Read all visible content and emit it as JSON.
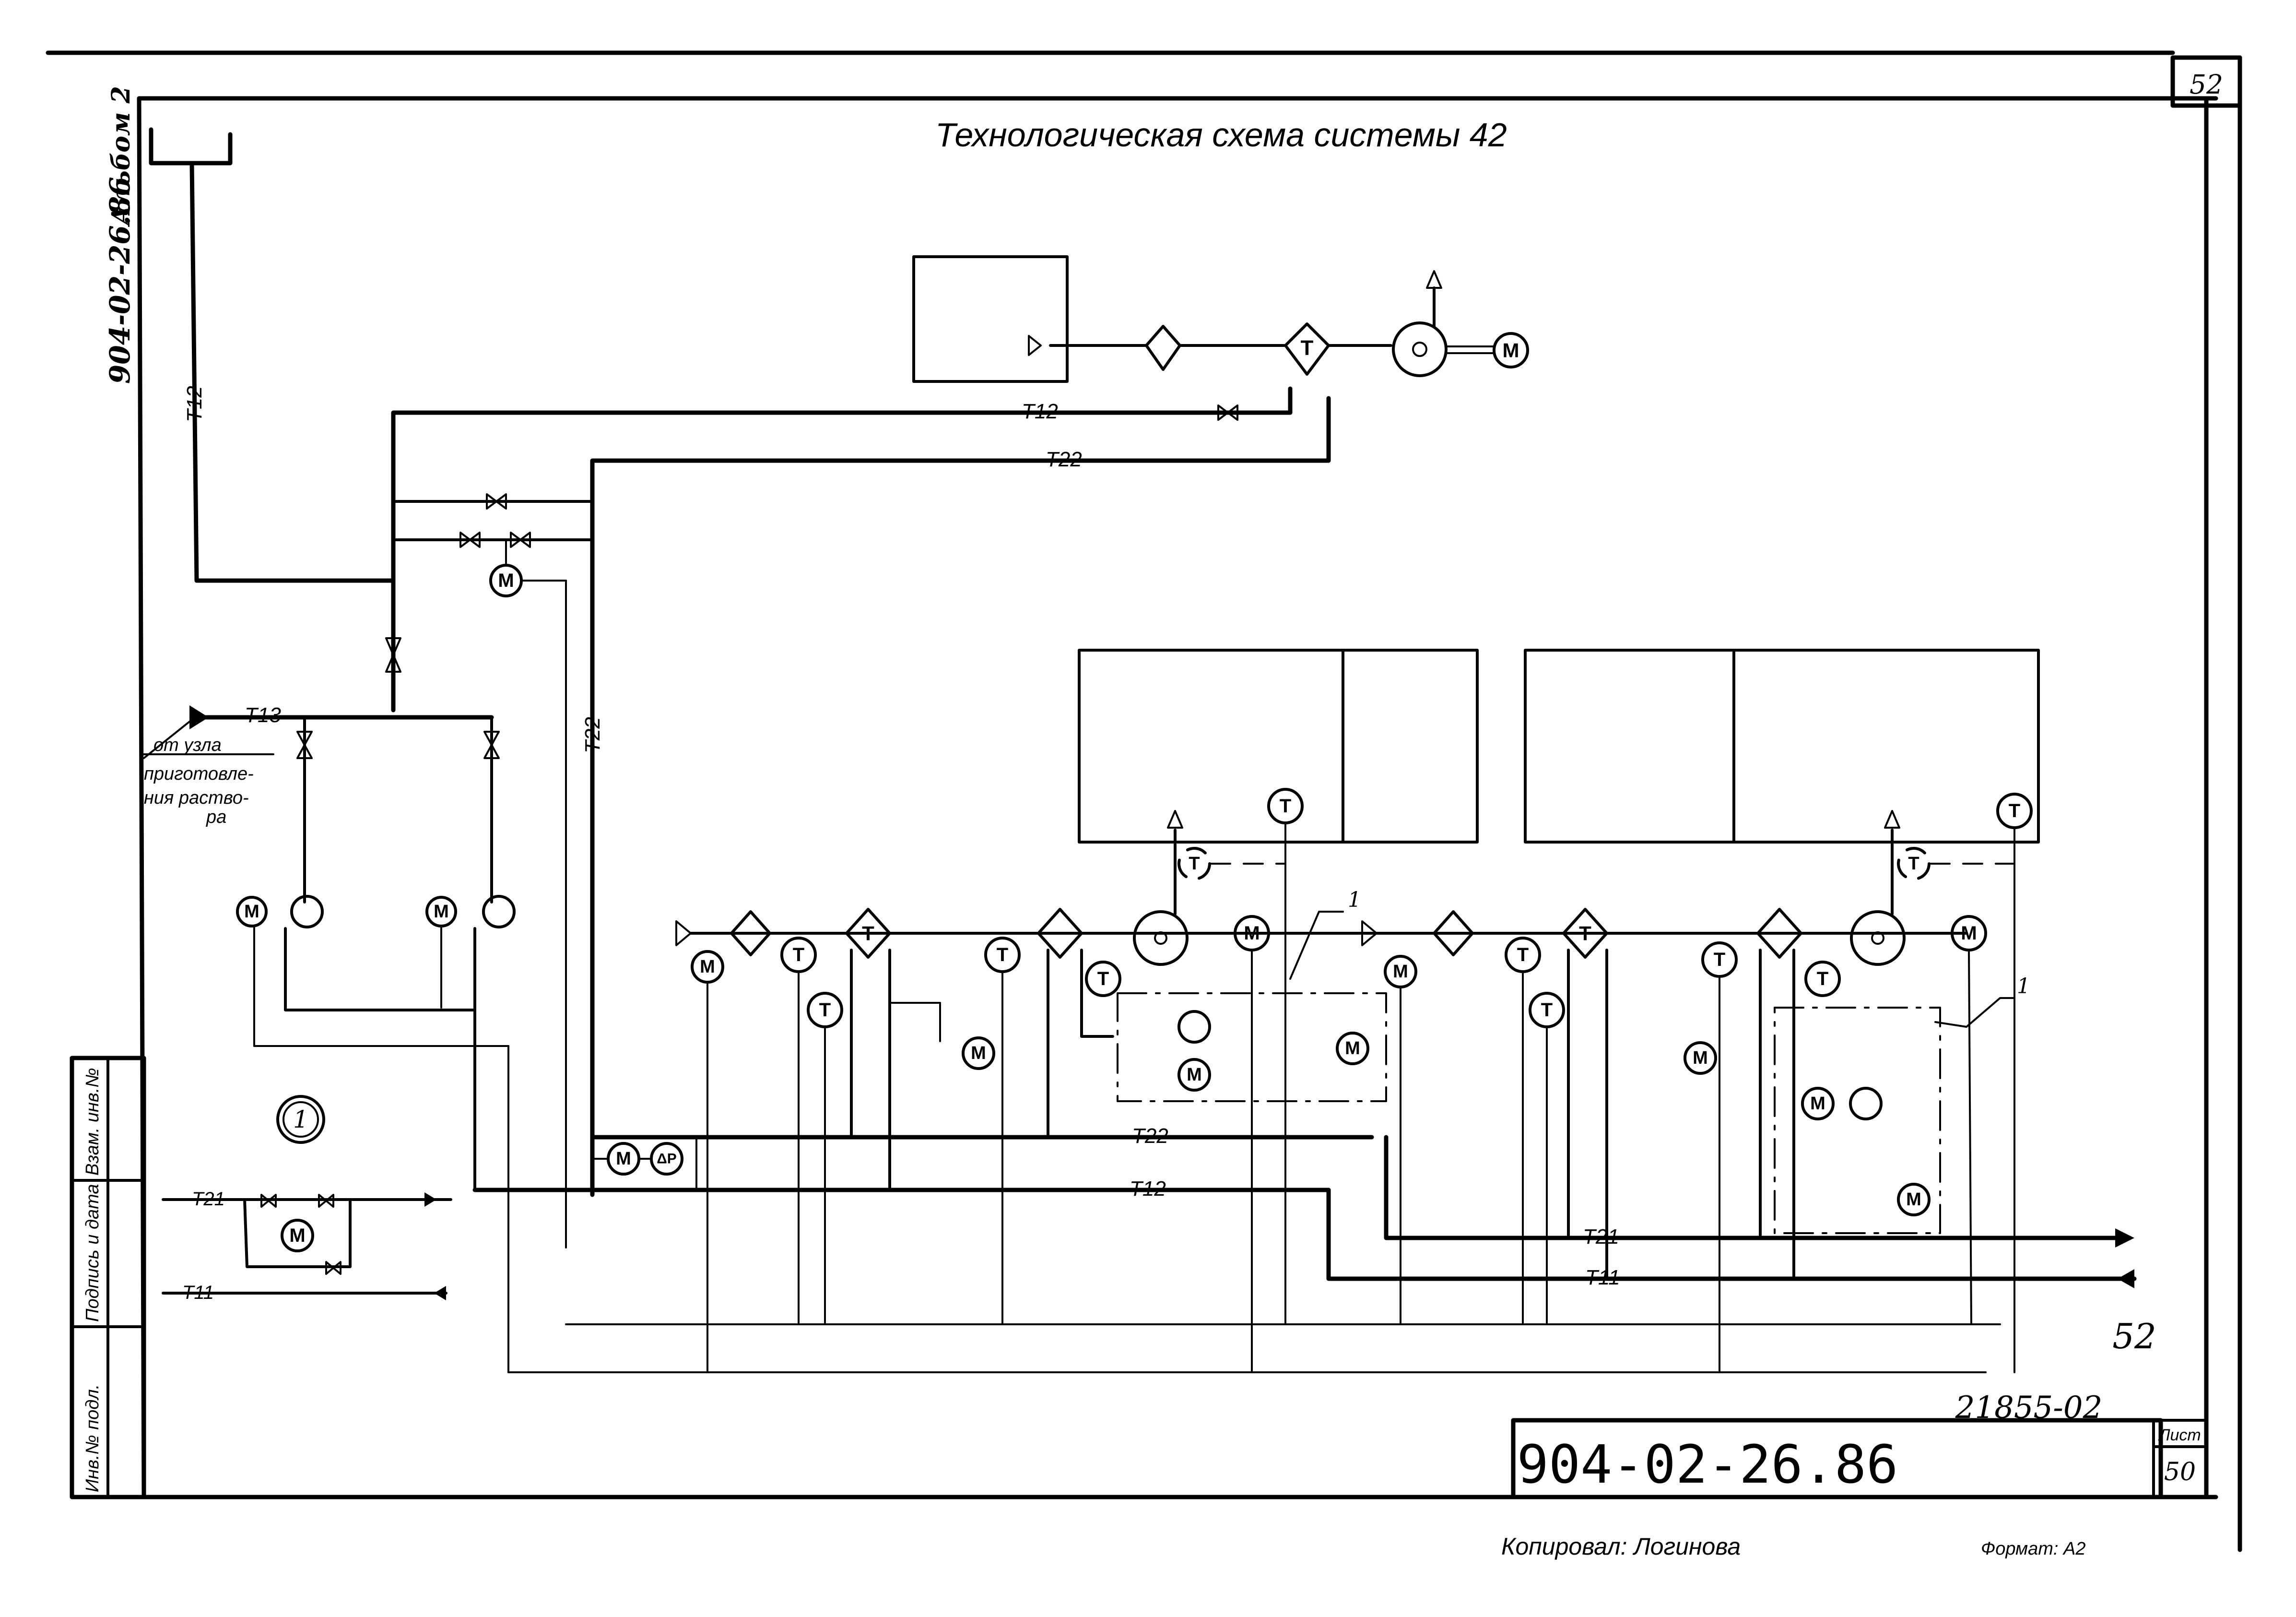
{
  "title": "Технологическая схема системы 42",
  "sheet_corner_number": "52",
  "side_stamp": {
    "doc_code": "904-02-26.86",
    "album": "Альбом 2"
  },
  "left_margin_table": {
    "rows": [
      "Взам. инв.№",
      "Подпись и дата",
      "Инв.№ подл."
    ]
  },
  "pipe_labels": {
    "t12_vertical": "T12",
    "t12_top": "T12",
    "t22_top": "T22",
    "t22_vertical": "T22",
    "t13": "T13",
    "t22_main": "T22",
    "t12_main": "T12",
    "t21_main": "T21",
    "t11_main": "T11"
  },
  "source_note": {
    "line1": "от узла",
    "line2": "приготовле-",
    "line3": "ния раство-",
    "line4": "ра"
  },
  "symbols": {
    "motor": "M",
    "temperature": "T",
    "diff_pressure": "ΔP",
    "leader_ref": "1"
  },
  "detail_node": {
    "callout": "1",
    "supply_label": "T21",
    "return_label": "T11",
    "motor": "M"
  },
  "handwritten_page": "52",
  "inventory_number": "21855-02",
  "title_block": {
    "designation": "904-02-26.86",
    "sheet_label": "Лист",
    "sheet_number": "50"
  },
  "footer": {
    "copied_by": "Копировал: Логинова",
    "format": "Формат: А2"
  }
}
